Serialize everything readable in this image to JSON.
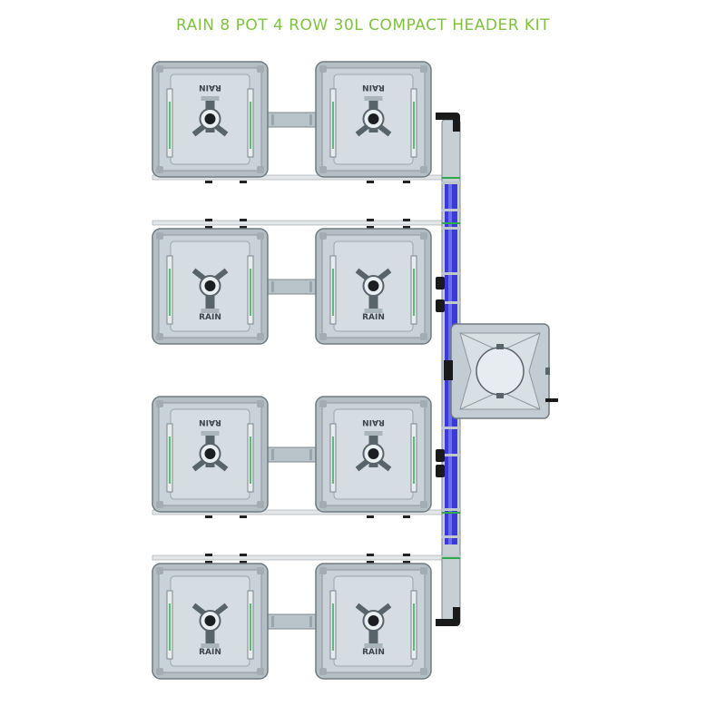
{
  "title": "RAIN 8 POT 4 ROW 30L COMPACT HEADER KIT",
  "pot_brand": "RAIN",
  "colors": {
    "title": "#7fc241",
    "pot_body": "#c9d2d8",
    "pot_frame": "#8a949b",
    "pipe": "#b8c4c9",
    "feed_line": "#3a3ad6",
    "marker": "#2eaa4a",
    "fitting": "#1a1a1a"
  },
  "rows": [
    {
      "label_orientation": "inverted"
    },
    {
      "label_orientation": "upright"
    },
    {
      "label_orientation": "inverted"
    },
    {
      "label_orientation": "upright"
    }
  ],
  "pots_per_row": 2,
  "header_tank": {
    "icon": "header-tank-icon"
  }
}
